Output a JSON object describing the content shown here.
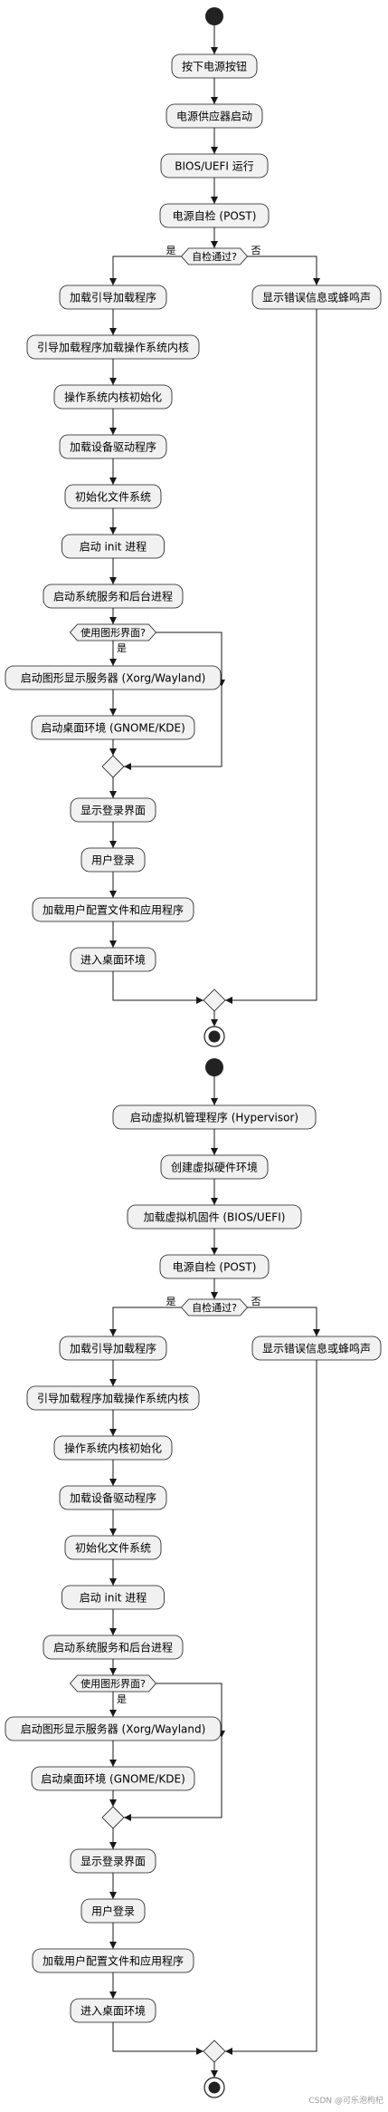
{
  "diagram1": {
    "steps_pre": [
      "按下电源按钮",
      "电源供应器启动",
      "BIOS/UEFI 运行",
      "电源自检 (POST)"
    ],
    "check": "自检通过?",
    "yes": "是",
    "no": "否",
    "error": "显示错误信息或蜂鸣声",
    "steps_mid": [
      "加载引导加载程序",
      "引导加载程序加载操作系统内核",
      "操作系统内核初始化",
      "加载设备驱动程序",
      "初始化文件系统",
      "启动 init 进程",
      "启动系统服务和后台进程"
    ],
    "gui_check": "使用图形界面?",
    "gui_yes": "是",
    "gui_steps": [
      "启动图形显示服务器 (Xorg/Wayland)",
      "启动桌面环境 (GNOME/KDE)"
    ],
    "steps_post": [
      "显示登录界面",
      "用户登录",
      "加载用户配置文件和应用程序",
      "进入桌面环境"
    ]
  },
  "diagram2": {
    "steps_pre": [
      "启动虚拟机管理程序 (Hypervisor)",
      "创建虚拟硬件环境",
      "加载虚拟机固件 (BIOS/UEFI)",
      "电源自检 (POST)"
    ],
    "check": "自检通过?",
    "yes": "是",
    "no": "否",
    "error": "显示错误信息或蜂鸣声",
    "steps_mid": [
      "加载引导加载程序",
      "引导加载程序加载操作系统内核",
      "操作系统内核初始化",
      "加载设备驱动程序",
      "初始化文件系统",
      "启动 init 进程",
      "启动系统服务和后台进程"
    ],
    "gui_check": "使用图形界面?",
    "gui_yes": "是",
    "gui_steps": [
      "启动图形显示服务器 (Xorg/Wayland)",
      "启动桌面环境 (GNOME/KDE)"
    ],
    "steps_post": [
      "显示登录界面",
      "用户登录",
      "加载用户配置文件和应用程序",
      "进入桌面环境"
    ]
  },
  "watermark": "CSDN @可乐泡枸杞"
}
